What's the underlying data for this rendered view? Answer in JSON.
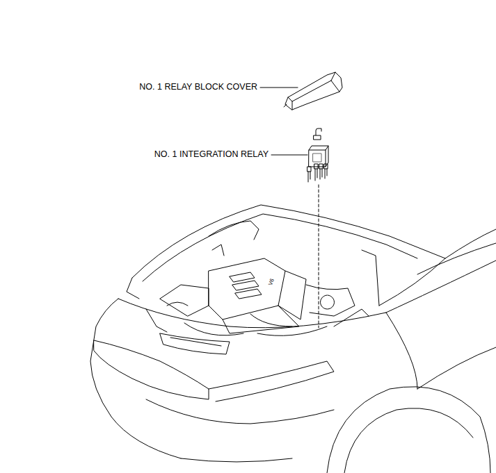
{
  "diagram": {
    "labels": [
      "NO. 1 RELAY BLOCK COVER",
      "NO. 1 INTEGRATION RELAY",
      "V6"
    ]
  }
}
